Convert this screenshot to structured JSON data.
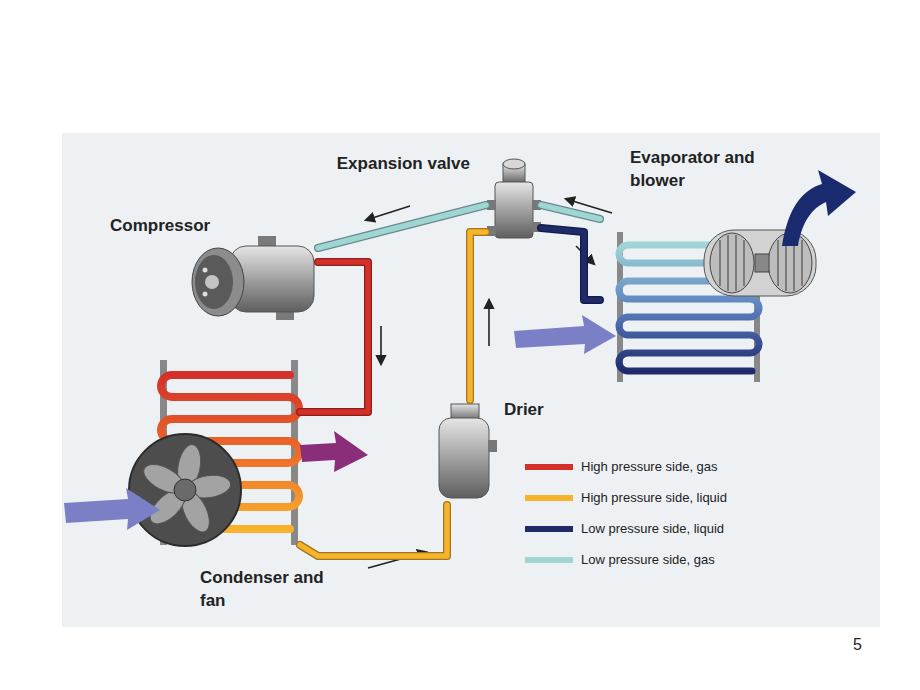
{
  "diagram": {
    "nodes": [
      {
        "text": [
          "Expansion valve"
        ]
      },
      {
        "text": [
          "Evaporator and blower"
        ]
      },
      {
        "text": [
          "Compressor"
        ]
      },
      {
        "text": [
          "Drier"
        ]
      },
      {
        "text": [
          "Condenser and fan"
        ]
      }
    ],
    "edges": [
      {
        "from": 2,
        "to": 4,
        "arrow": "none"
      },
      {
        "from": 4,
        "to": 3,
        "arrow": "none"
      },
      {
        "from": 3,
        "to": 0,
        "arrow": "none"
      },
      {
        "from": 0,
        "to": 1,
        "arrow": "none"
      },
      {
        "from": 1,
        "to": 0,
        "arrow": "none"
      },
      {
        "from": 0,
        "to": 2,
        "arrow": "none"
      }
    ],
    "labels": [
      "5"
    ],
    "legend": [
      {
        "text": "High pressure side, gas",
        "color": "#d3302a"
      },
      {
        "text": "High pressure side, liquid",
        "color": "#f7b32b"
      },
      {
        "text": "Low pressure side, liquid",
        "color": "#1f2a6b"
      },
      {
        "text": "Low pressure side, gas",
        "color": "#9fd6d4"
      }
    ]
  }
}
